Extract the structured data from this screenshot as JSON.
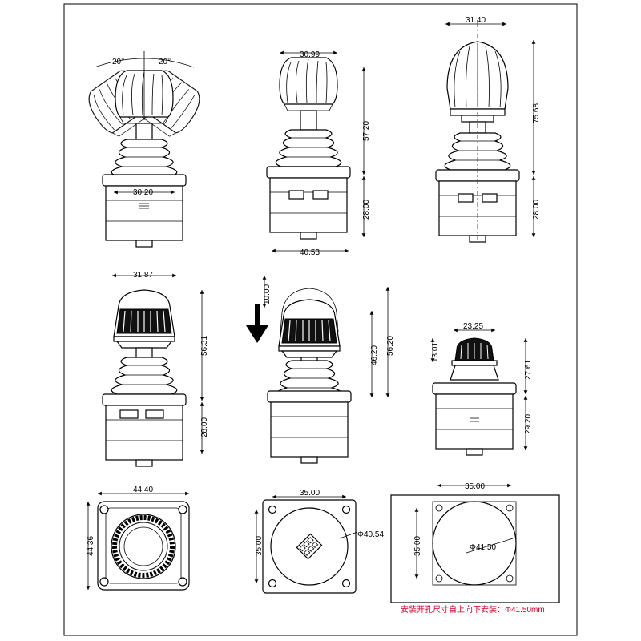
{
  "colors": {
    "line": "#000000",
    "red_centerline": "#e0001a",
    "note_text": "#d4002a",
    "dark_fill": "#111111"
  },
  "dims": {
    "v1_angle_left": "20°",
    "v1_angle_right": "20°",
    "v1_width": "30.20",
    "v2_knob_width": "30.99",
    "v2_upper_height": "57.20",
    "v2_base_height": "28.00",
    "v2_base_width": "40.53",
    "v3_knob_width": "31.40",
    "v3_total_height": "75.68",
    "v3_base_height": "28.00",
    "v4_knob_width": "31.87",
    "v4_upper_height": "56.31",
    "v4_base_height": "28.00",
    "v5_stroke": "10.00",
    "v5_upper_height": "46.20",
    "v5_total_height": "56.20",
    "v6_knob_width": "23.25",
    "v6_knob_height": "13.01",
    "v6_upper_height": "27.61",
    "v6_base_height": "29.20",
    "b1_width": "44.40",
    "b1_height": "44.36",
    "b2_hole_pitch_x": "35.00",
    "b2_hole_pitch_y": "35.00",
    "b2_diameter": "Φ40.54",
    "b3_hole_pitch_x": "35.00",
    "b3_hole_pitch_y": "35.00",
    "b3_diameter": "Φ41.50"
  },
  "note": "安装开孔尺寸自上向下安装：Φ41.50mm",
  "icons": [
    "down-arrow-icon",
    "connector-pins-icon"
  ]
}
